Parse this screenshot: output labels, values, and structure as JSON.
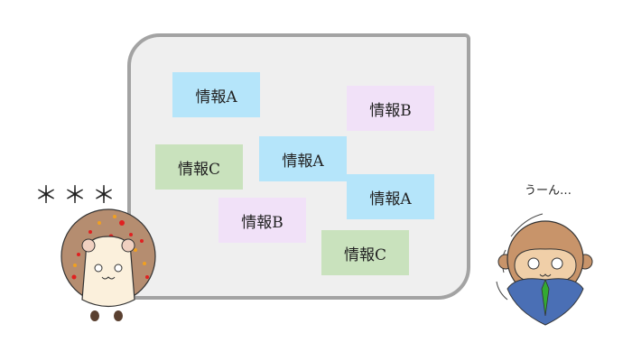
{
  "cards": [
    {
      "label": "情報A",
      "type": "A"
    },
    {
      "label": "情報B",
      "type": "B"
    },
    {
      "label": "情報C",
      "type": "C"
    },
    {
      "label": "情報A",
      "type": "A"
    },
    {
      "label": "情報A",
      "type": "A"
    },
    {
      "label": "情報B",
      "type": "B"
    },
    {
      "label": "情報C",
      "type": "C"
    }
  ],
  "hedgehog_caption": "＊＊＊",
  "monkey_caption": "うーん…",
  "colors": {
    "A": "#b5e5fa",
    "B": "#f1e1f8",
    "C": "#c9e2bd",
    "board": "#efefef",
    "border": "#a3a3a3"
  }
}
